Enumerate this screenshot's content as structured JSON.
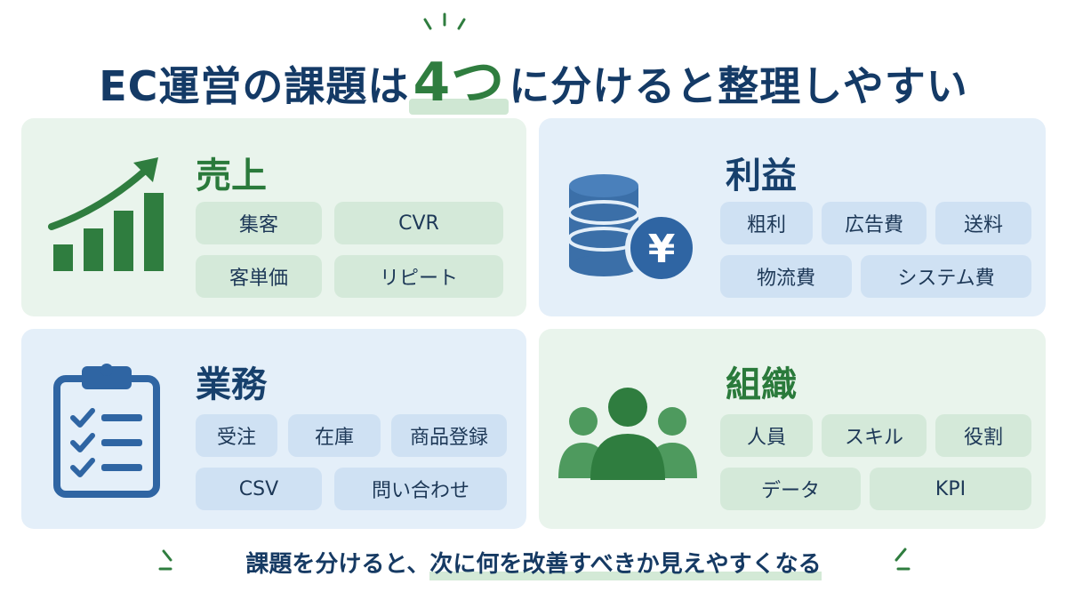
{
  "title": {
    "prefix": "EC運営の課題は",
    "highlight": "4つ",
    "suffix": "に分けると整理しやすい"
  },
  "panels": {
    "sales": {
      "title": "売上",
      "icon": "bar-chart-growth-icon",
      "chips": [
        "集客",
        "CVR",
        "客単価",
        "リピート"
      ]
    },
    "profit": {
      "title": "利益",
      "icon": "coin-stack-yen-icon",
      "chips": [
        "粗利",
        "広告費",
        "送料",
        "物流費",
        "システム費"
      ]
    },
    "operations": {
      "title": "業務",
      "icon": "clipboard-checklist-icon",
      "chips": [
        "受注",
        "在庫",
        "商品登録",
        "CSV",
        "問い合わせ"
      ]
    },
    "organization": {
      "title": "組織",
      "icon": "team-people-icon",
      "chips": [
        "人員",
        "スキル",
        "役割",
        "データ",
        "KPI"
      ]
    }
  },
  "footer": {
    "lead": "課題を分けると、",
    "underlined": "次に何を改善すべきか見えやすくなる"
  },
  "colors": {
    "navy": "#143a66",
    "green": "#2f7d3f",
    "blue": "#3b6fa8"
  }
}
